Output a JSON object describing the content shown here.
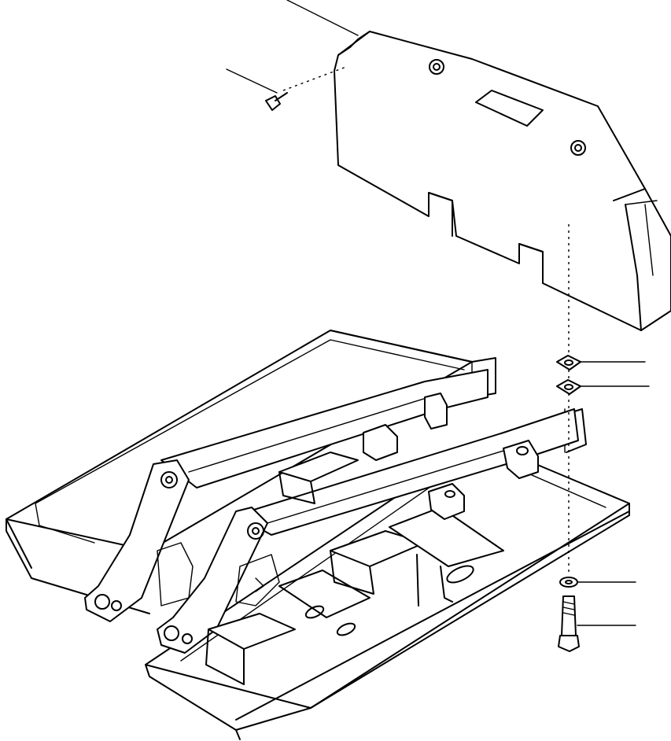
{
  "figure": {
    "description_visible_text": "",
    "colors": {
      "line": "#000000",
      "background": "#ffffff"
    },
    "callouts": [
      {
        "id": "counterweight",
        "part_icon": "counterweight-icon"
      },
      {
        "id": "screw",
        "part_icon": "screw-icon"
      },
      {
        "id": "shim-upper",
        "part_icon": "shim-icon"
      },
      {
        "id": "shim-lower",
        "part_icon": "shim-icon"
      },
      {
        "id": "washer",
        "part_icon": "washer-icon"
      },
      {
        "id": "bolt",
        "part_icon": "bolt-icon"
      }
    ]
  }
}
